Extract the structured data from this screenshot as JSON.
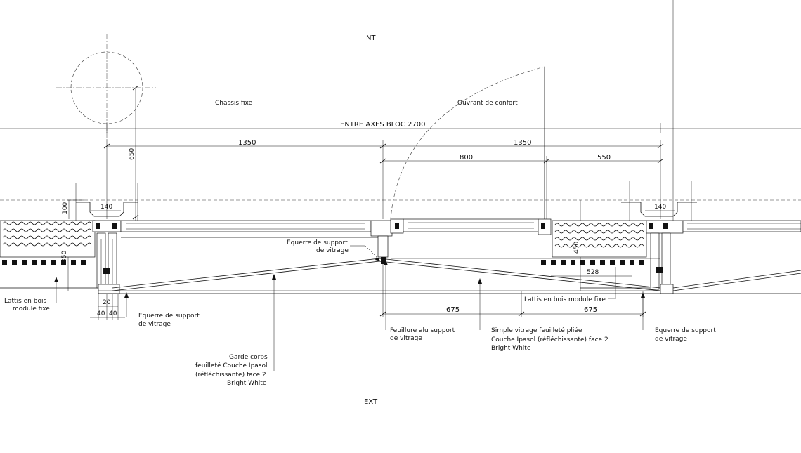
{
  "labels": {
    "int": "INT",
    "ext": "EXT",
    "chassis_fixe": "Chassis fixe",
    "ouvrant_confort": "Ouvrant de confort",
    "entre_axes": "ENTRE AXES BLOC  2700",
    "equerre_support_center_1": "Equerre de support",
    "equerre_support_center_2": "de vitrage",
    "lattis_left_1": "Lattis en bois",
    "lattis_left_2": "module fixe",
    "equerre_left_1": "Equerre de support",
    "equerre_left_2": "de vitrage",
    "feuillure_1": "Feuillure alu support",
    "feuillure_2": "de vitrage",
    "simple_vitrage_1": "Simple vitrage feuilleté pliée",
    "simple_vitrage_2": "Couche Ipasol (réfléchissante) face 2",
    "simple_vitrage_3": "Bright White",
    "lattis_right": "Lattis en bois module fixe",
    "equerre_right_1": "Equerre de support",
    "equerre_right_2": "de vitrage",
    "garde_corps_1": "Garde corps",
    "garde_corps_2": "feuilleté Couche Ipasol",
    "garde_corps_3": "(réfléchissante) face 2",
    "garde_corps_4": "Bright White"
  },
  "dimensions": {
    "d1350_left": "1350",
    "d1350_right": "1350",
    "d800": "800",
    "d550": "550",
    "d650": "650",
    "d100": "100",
    "d140_left": "140",
    "d140_right": "140",
    "d350": "350",
    "d450": "450",
    "d528": "528",
    "d20": "20",
    "d40a": "40",
    "d40b": "40",
    "d675_left": "675",
    "d675_right": "675"
  }
}
